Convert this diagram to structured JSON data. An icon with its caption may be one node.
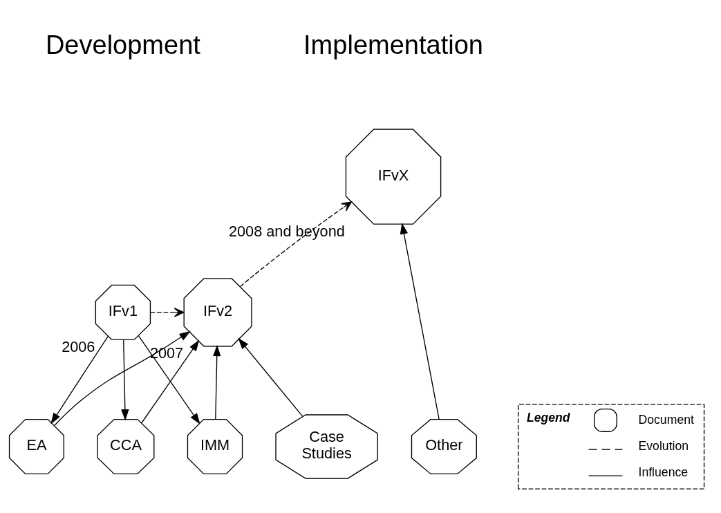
{
  "diagram": {
    "nodes": [
      {
        "text": [
          "IFv1"
        ],
        "beside": [
          "2006"
        ]
      },
      {
        "text": [
          "IFv2"
        ],
        "beside": [
          "2007"
        ]
      },
      {
        "text": [
          "IFvX"
        ],
        "beside": [
          "2008 and beyond"
        ]
      },
      {
        "text": [
          "EA"
        ]
      },
      {
        "text": [
          "CCA"
        ]
      },
      {
        "text": [
          "IMM"
        ]
      },
      {
        "text": [
          "Case Studies"
        ]
      },
      {
        "text": [
          "Other"
        ]
      }
    ],
    "edges": [
      {
        "from": 0,
        "to": 1,
        "arrow": "to",
        "style": "dashed"
      },
      {
        "from": 1,
        "to": 2,
        "arrow": "to",
        "style": "dashed"
      },
      {
        "from": 0,
        "to": 3,
        "arrow": "to"
      },
      {
        "from": 0,
        "to": 4,
        "arrow": "to"
      },
      {
        "from": 0,
        "to": 5,
        "arrow": "to"
      },
      {
        "from": 3,
        "to": 1,
        "arrow": "to"
      },
      {
        "from": 4,
        "to": 1,
        "arrow": "to"
      },
      {
        "from": 5,
        "to": 1,
        "arrow": "to"
      },
      {
        "from": 6,
        "to": 1,
        "arrow": "to"
      },
      {
        "from": 7,
        "to": 2,
        "arrow": "to"
      }
    ],
    "labels": [
      "Development",
      "Implementation",
      "Legend"
    ],
    "legend": [
      {
        "text": "Document"
      },
      {
        "text": "Evolution"
      },
      {
        "text": "Influence"
      }
    ]
  }
}
